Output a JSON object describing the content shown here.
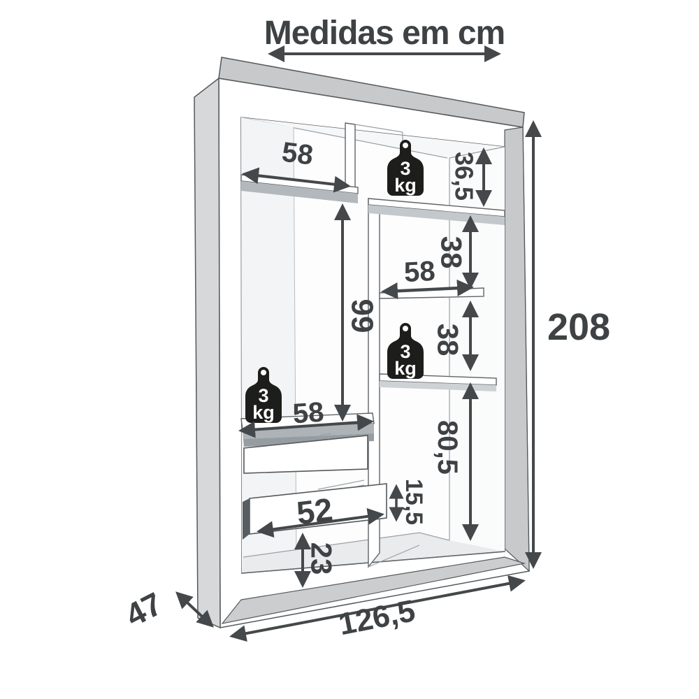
{
  "title": "Medidas em cm",
  "load_badge": {
    "value": "3",
    "unit": "kg"
  },
  "dimensions": {
    "top_left_shelf_width": "58",
    "top_right_compartment_height": "36,5",
    "right_upper_gap_height": "38",
    "right_shelf_width": "58",
    "right_middle_gap_height": "38",
    "left_hanging_section_height": "99",
    "left_shelf_width": "58",
    "right_lower_section_height": "80,5",
    "drawer_front_height": "15,5",
    "drawer_inner_width": "52",
    "below_drawer_height": "23",
    "overall_height": "208",
    "overall_width": "126,5",
    "overall_depth": "47"
  },
  "colors": {
    "line": "#44484a",
    "badge_bg": "#1d1d1b",
    "badge_text": "#ffffff"
  }
}
